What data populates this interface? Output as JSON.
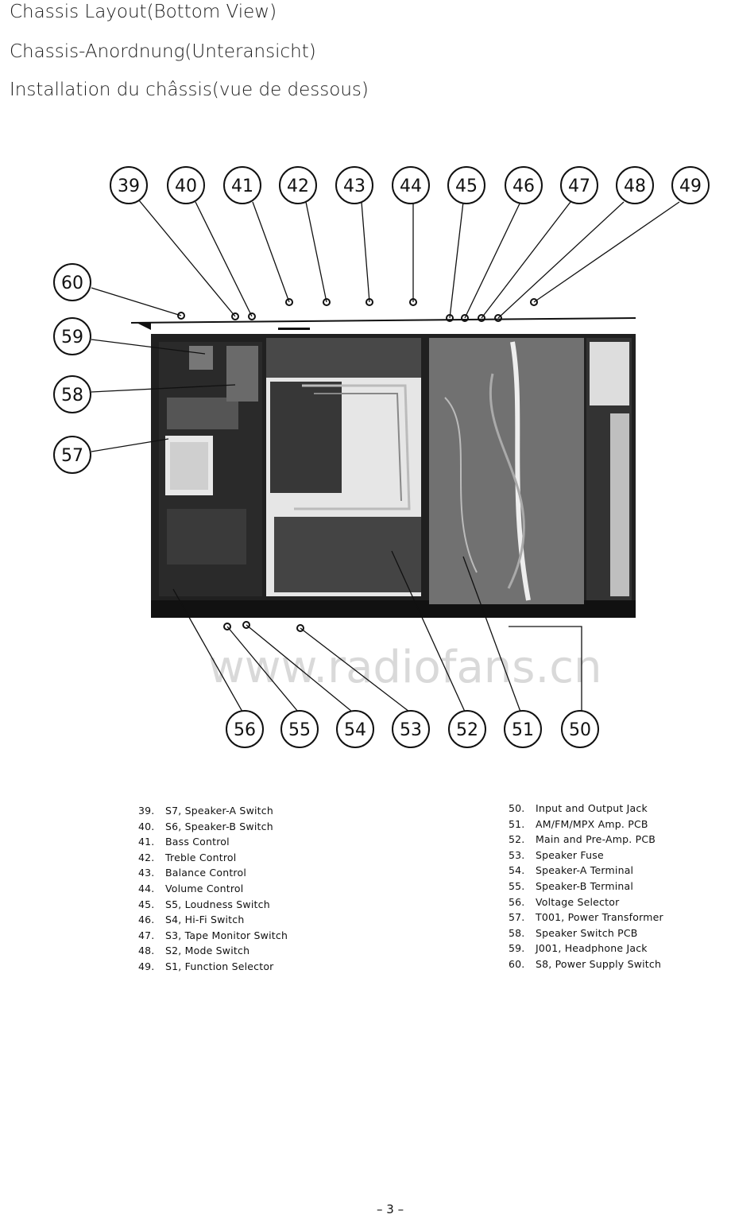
{
  "titles": {
    "en": "Chassis Layout(Bottom View)",
    "de": "Chassis-Anordnung(Unteransicht)",
    "fr": "Installation du châssis(vue de dessous)"
  },
  "callouts": {
    "top": [
      "39",
      "40",
      "41",
      "42",
      "43",
      "44",
      "45",
      "46",
      "47",
      "48",
      "49"
    ],
    "left": [
      "60",
      "59",
      "58",
      "57"
    ],
    "bottom": [
      "56",
      "55",
      "54",
      "53",
      "52",
      "51",
      "50"
    ]
  },
  "watermark": "www.radiofans.cn",
  "legend": {
    "left": [
      {
        "num": "39.",
        "text": "S7, Speaker-A Switch"
      },
      {
        "num": "40.",
        "text": "S6, Speaker-B Switch"
      },
      {
        "num": "41.",
        "text": "Bass Control"
      },
      {
        "num": "42.",
        "text": "Treble Control"
      },
      {
        "num": "43.",
        "text": "Balance Control"
      },
      {
        "num": "44.",
        "text": "Volume Control"
      },
      {
        "num": "45.",
        "text": "S5, Loudness Switch"
      },
      {
        "num": "46.",
        "text": "S4, Hi-Fi Switch"
      },
      {
        "num": "47.",
        "text": "S3, Tape Monitor Switch"
      },
      {
        "num": "48.",
        "text": "S2, Mode Switch"
      },
      {
        "num": "49.",
        "text": "S1, Function Selector"
      }
    ],
    "right": [
      {
        "num": "50.",
        "text": "Input and Output Jack"
      },
      {
        "num": "51.",
        "text": "AM/FM/MPX Amp. PCB"
      },
      {
        "num": "52.",
        "text": "Main and Pre-Amp. PCB"
      },
      {
        "num": "53.",
        "text": "Speaker Fuse"
      },
      {
        "num": "54.",
        "text": "Speaker-A Terminal"
      },
      {
        "num": "55.",
        "text": "Speaker-B Terminal"
      },
      {
        "num": "56.",
        "text": "Voltage Selector"
      },
      {
        "num": "57.",
        "text": "T001, Power Transformer"
      },
      {
        "num": "58.",
        "text": "Speaker Switch PCB"
      },
      {
        "num": "59.",
        "text": "J001, Headphone Jack"
      },
      {
        "num": "60.",
        "text": "S8, Power Supply Switch"
      }
    ]
  },
  "page_number": "– 3 –"
}
